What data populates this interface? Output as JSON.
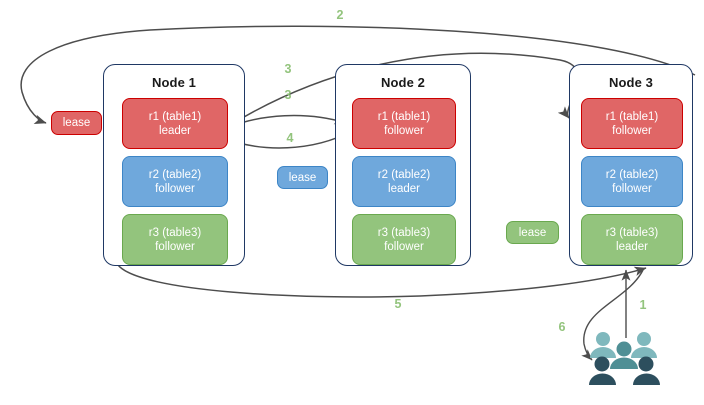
{
  "diagram": {
    "title": "Distributed range lease and replica routing diagram",
    "colors": {
      "replica_red_fill": "#e06666",
      "replica_red_border": "#cc0000",
      "replica_blue_fill": "#6fa8dc",
      "replica_blue_border": "#3d85c6",
      "replica_green_fill": "#93c47d",
      "replica_green_border": "#6aa84f",
      "node_border": "#1f3864",
      "edge_stroke": "#4d4d4d",
      "step_label": "#93c47d",
      "users_back": "#7fb8bd",
      "users_mid": "#4f8f95",
      "users_front": "#2d4f5e"
    },
    "nodes": [
      {
        "name": "node-1",
        "title": "Node 1",
        "replicas": [
          {
            "name": "replica-r1",
            "color": "red",
            "line1": "r1 (table1)",
            "line2": "leader"
          },
          {
            "name": "replica-r2",
            "color": "blue",
            "line1": "r2 (table2)",
            "line2": "follower"
          },
          {
            "name": "replica-r3",
            "color": "green",
            "line1": "r3 (table3)",
            "line2": "follower"
          }
        ]
      },
      {
        "name": "node-2",
        "title": "Node 2",
        "replicas": [
          {
            "name": "replica-r1",
            "color": "red",
            "line1": "r1 (table1)",
            "line2": "follower"
          },
          {
            "name": "replica-r2",
            "color": "blue",
            "line1": "r2 (table2)",
            "line2": "leader"
          },
          {
            "name": "replica-r3",
            "color": "green",
            "line1": "r3 (table3)",
            "line2": "follower"
          }
        ]
      },
      {
        "name": "node-3",
        "title": "Node 3",
        "replicas": [
          {
            "name": "replica-r1",
            "color": "red",
            "line1": "r1 (table1)",
            "line2": "follower"
          },
          {
            "name": "replica-r2",
            "color": "blue",
            "line1": "r2 (table2)",
            "line2": "follower"
          },
          {
            "name": "replica-r3",
            "color": "green",
            "line1": "r3 (table3)",
            "line2": "leader"
          }
        ]
      }
    ],
    "leases": [
      {
        "name": "lease-table1",
        "label": "lease",
        "color": "red"
      },
      {
        "name": "lease-table2",
        "label": "lease",
        "color": "blue"
      },
      {
        "name": "lease-table3",
        "label": "lease",
        "color": "green"
      }
    ],
    "steps": [
      {
        "name": "step-1",
        "label": "1"
      },
      {
        "name": "step-2",
        "label": "2"
      },
      {
        "name": "step-3a",
        "label": "3"
      },
      {
        "name": "step-3b",
        "label": "3"
      },
      {
        "name": "step-4",
        "label": "4"
      },
      {
        "name": "step-5",
        "label": "5"
      },
      {
        "name": "step-6",
        "label": "6"
      }
    ],
    "users": {
      "name": "users-icon",
      "label": "users"
    }
  }
}
